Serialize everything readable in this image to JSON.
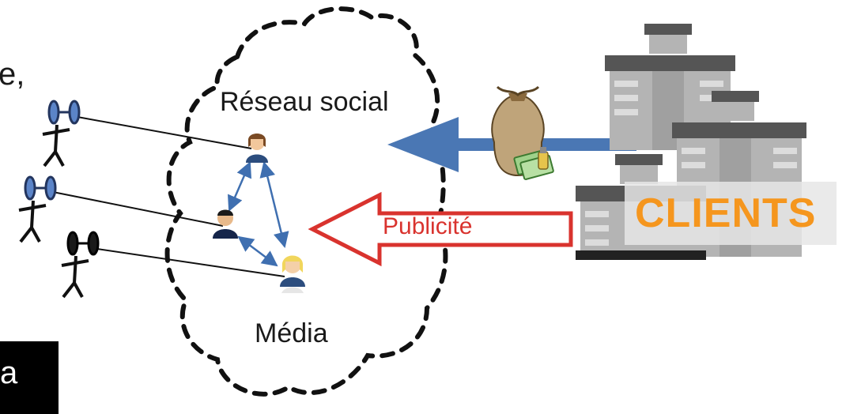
{
  "labels": {
    "top_left": "e,",
    "social_network": "Réseau social",
    "media": "Média",
    "advertising": "Publicité",
    "clients": "CLIENTS",
    "corner": "a"
  },
  "icons": {
    "users": [
      "stick-figure-binoculars-icon",
      "stick-figure-binoculars-icon",
      "stick-figure-binoculars-icon"
    ],
    "profiles": [
      "woman-avatar-icon",
      "man-avatar-icon",
      "blonde-woman-avatar-icon"
    ],
    "money": "money-bag-icon",
    "buildings": "office-building-icon"
  },
  "colors": {
    "money_arrow": "#4a77b4",
    "ad_arrow": "#d9332e",
    "clients_text": "#f5961e",
    "profile_arrows": "#3f6fb0",
    "binoculars_blue": "#5b84c8"
  }
}
